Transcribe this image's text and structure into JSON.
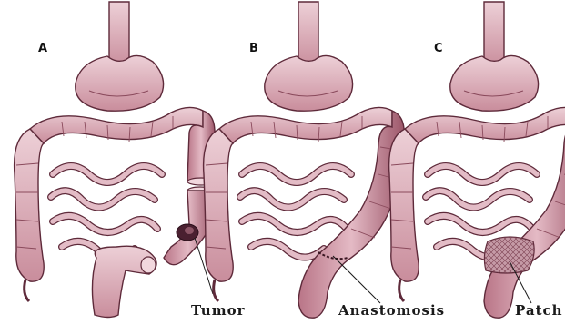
{
  "panels": [
    {
      "letter": "A",
      "callout": "Tumor"
    },
    {
      "letter": "B",
      "callout": "Anastomosis"
    },
    {
      "letter": "C",
      "callout": "Patch"
    }
  ],
  "colors": {
    "tissue_fill": "#d9a9b4",
    "tissue_dark": "#8a4a5c",
    "tissue_outline": "#5e2a3a",
    "tumor": "#4a2030",
    "patch": "#c59aa6"
  }
}
